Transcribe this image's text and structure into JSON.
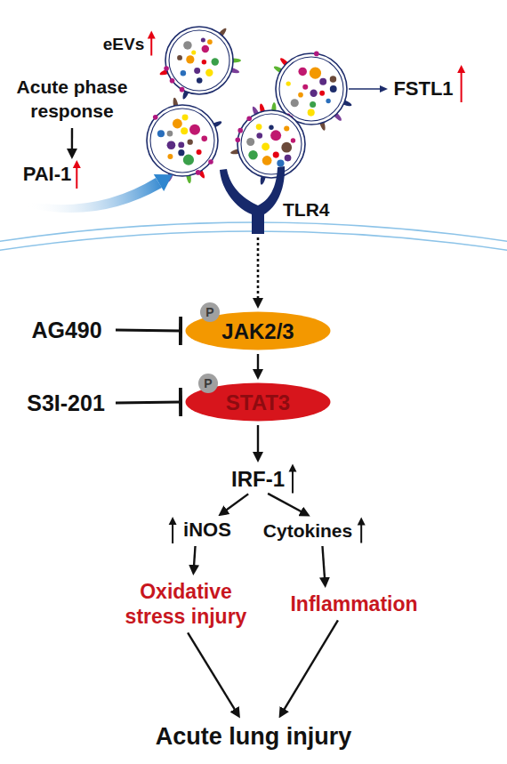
{
  "diagram": {
    "nodes": [
      {
        "text": [
          "eEVs"
        ]
      },
      {
        "text": [
          "Acute phase response"
        ]
      },
      {
        "text": [
          "FSTL1"
        ]
      },
      {
        "text": [
          "PAI-1"
        ]
      },
      {
        "text": [
          "TLR4"
        ]
      },
      {
        "text": [
          "AG490"
        ]
      },
      {
        "text": [
          "JAK2/3"
        ]
      },
      {
        "text": [
          "P"
        ],
        "in": 6
      },
      {
        "text": [
          "S3I-201"
        ]
      },
      {
        "text": [
          "STAT3"
        ]
      },
      {
        "text": [
          "P"
        ],
        "in": 9
      },
      {
        "text": [
          "IRF-1"
        ]
      },
      {
        "text": [
          "iNOS"
        ]
      },
      {
        "text": [
          "Cytokines"
        ]
      },
      {
        "text": [
          "Oxidative stress injury"
        ]
      },
      {
        "text": [
          "Inflammation"
        ]
      },
      {
        "text": [
          "Acute lung injury"
        ]
      }
    ],
    "edges": [
      {
        "from": 1,
        "to": 3,
        "arrow": "to"
      },
      {
        "from": 4,
        "to": 6,
        "arrow": "to"
      },
      {
        "from": 5,
        "to": 6,
        "arrow": "to"
      },
      {
        "from": 6,
        "to": 9,
        "arrow": "to"
      },
      {
        "from": 8,
        "to": 9,
        "arrow": "to"
      },
      {
        "from": 9,
        "to": 11,
        "arrow": "to"
      },
      {
        "from": 11,
        "to": 12,
        "arrow": "to"
      },
      {
        "from": 11,
        "to": 13,
        "arrow": "to"
      },
      {
        "from": 12,
        "to": 14,
        "arrow": "to"
      },
      {
        "from": 13,
        "to": 15,
        "arrow": "to"
      },
      {
        "from": 14,
        "to": 16,
        "arrow": "to"
      },
      {
        "from": 15,
        "to": 16,
        "arrow": "to"
      }
    ]
  }
}
